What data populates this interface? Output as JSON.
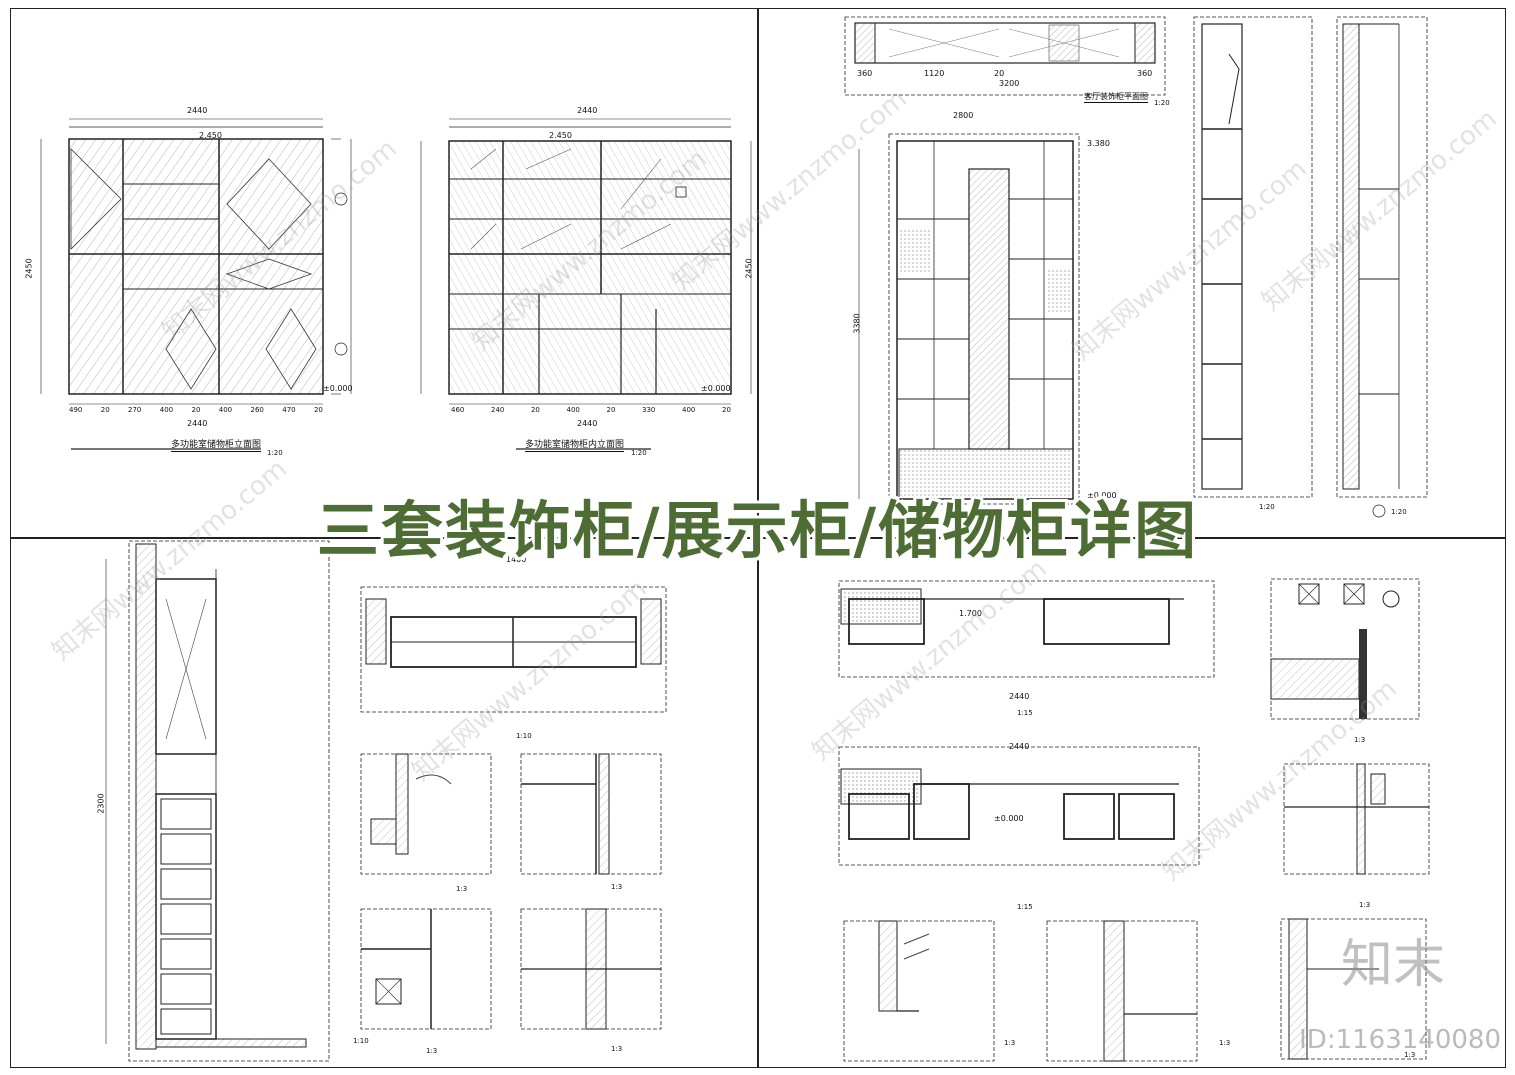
{
  "banner_title": "三套装饰柜/展示柜/储物柜详图",
  "watermark_text": "知末网www.znzmo.com",
  "brand_text": "知末",
  "id_text": "ID:1163140080",
  "colors": {
    "banner": "#4d6d35",
    "line": "#222222",
    "hatch": "#888888"
  },
  "sheets": {
    "top_left": {
      "elevation_1": {
        "title": "多功能室储物柜立面图",
        "scale": "1:20",
        "width_dim": "2440",
        "height_dim": "2450",
        "bottom_dims": [
          "490",
          "20",
          "270",
          "400",
          "20",
          "400",
          "260",
          "470",
          "20"
        ],
        "top_level": "2.450",
        "base_level": "±0.000"
      },
      "elevation_2": {
        "title": "多功能室储物柜内立面图",
        "scale": "1:20",
        "width_dim": "2440",
        "height_dim": "2450",
        "bottom_dims": [
          "460",
          "240",
          "20",
          "400",
          "20",
          "330",
          "400",
          "20"
        ],
        "top_level": "2.450",
        "base_level": "±0.000"
      }
    },
    "top_right": {
      "plan": {
        "title": "客厅装饰柜平面图",
        "scale": "1:20",
        "dims": [
          "360",
          "1120",
          "20",
          "3200",
          "360"
        ]
      },
      "elevation": {
        "width_dim": "2800",
        "height_dim": "3380",
        "top_level": "3.380",
        "base_level": "±0.000"
      },
      "section_1": {
        "scale": "1:20"
      },
      "section_2": {
        "scale": "1:20"
      }
    },
    "bottom_left": {
      "section": {
        "scale": "1:10",
        "height_dim": "2300"
      },
      "plan": {
        "scale": "1:10",
        "width_dim": "1400"
      },
      "details": [
        {
          "scale": "1:3"
        },
        {
          "scale": "1:3"
        },
        {
          "scale": "1:3"
        },
        {
          "scale": "1:3"
        }
      ]
    },
    "bottom_right": {
      "plan_1": {
        "scale": "1:15",
        "width_dim": "2440",
        "level": "1.700"
      },
      "plan_2": {
        "scale": "1:15",
        "width_dim": "2440",
        "level": "±0.000"
      },
      "details": [
        {
          "scale": "1:3"
        },
        {
          "scale": "1:3"
        },
        {
          "scale": "1:3"
        },
        {
          "scale": "1:3"
        },
        {
          "scale": "1:3"
        }
      ]
    }
  }
}
